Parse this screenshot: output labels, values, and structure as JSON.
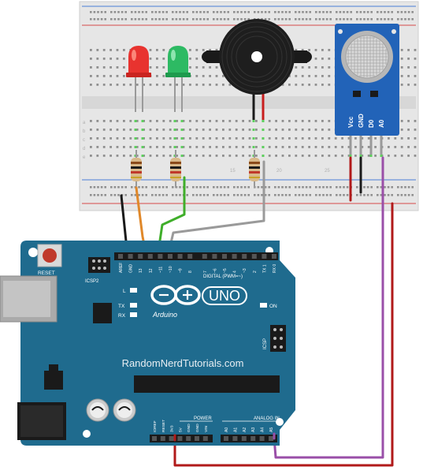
{
  "board": {
    "reset_label": "RESET",
    "icsp2_label": "ICSP2",
    "icsp_label": "ICSP",
    "led_l_label": "L",
    "tx_label": "TX",
    "rx_label": "RX",
    "on_label": "ON",
    "brand": "Arduino",
    "model": "UNO",
    "digital_label": "DIGITAL (PWM=~)",
    "power_label": "POWER",
    "analog_label": "ANALOG IN",
    "top_pins": [
      "AREF",
      "GND",
      "13",
      "12",
      "~11",
      "~10",
      "~9",
      "8",
      "7",
      "~6",
      "~5",
      "4",
      "~3",
      "2",
      "TX 1",
      "RX 0"
    ],
    "power_pins": [
      "IOREF",
      "RESET",
      "3V3",
      "5V",
      "GND",
      "GND",
      "VIN"
    ],
    "analog_pins": [
      "A0",
      "A1",
      "A2",
      "A3",
      "A4",
      "A5"
    ]
  },
  "sensor": {
    "pins": [
      "Vcc",
      "GND",
      "D0",
      "A0"
    ]
  },
  "breadboard": {
    "row_letters": [
      "a",
      "b",
      "c",
      "d",
      "e"
    ],
    "column_numbers": [
      "15",
      "20",
      "25"
    ]
  },
  "watermark": "RandomNerdTutorials.com",
  "colors": {
    "board_blue": "#1f6b8e",
    "red_led": "#e8332f",
    "green_led": "#2dba63",
    "sensor_blue": "#2263b8",
    "wire_black": "#1a1a1a",
    "wire_orange": "#e0882a",
    "wire_green": "#3fae2a",
    "wire_gray": "#9a9a9a",
    "wire_red": "#b11a1a",
    "wire_purple": "#9a4fa8"
  }
}
